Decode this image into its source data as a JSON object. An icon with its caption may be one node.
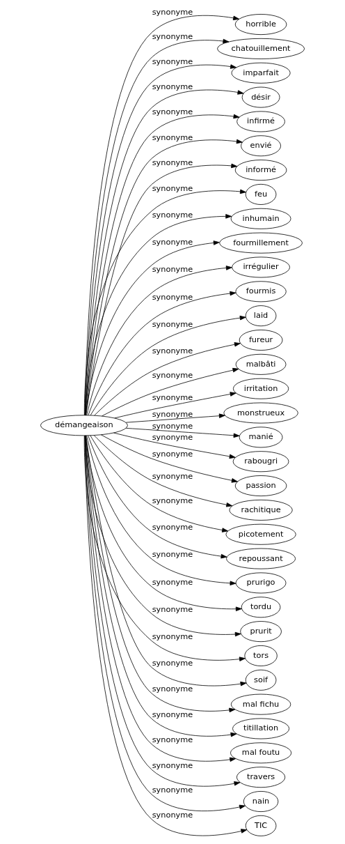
{
  "diagram": {
    "nodes": [
      {
        "text": [
          "démangeaison"
        ]
      },
      {
        "text": [
          "horrible"
        ]
      },
      {
        "text": [
          "chatouillement"
        ]
      },
      {
        "text": [
          "imparfait"
        ]
      },
      {
        "text": [
          "désir"
        ]
      },
      {
        "text": [
          "infirmé"
        ]
      },
      {
        "text": [
          "envié"
        ]
      },
      {
        "text": [
          "informé"
        ]
      },
      {
        "text": [
          "feu"
        ]
      },
      {
        "text": [
          "inhumain"
        ]
      },
      {
        "text": [
          "fourmillement"
        ]
      },
      {
        "text": [
          "irrégulier"
        ]
      },
      {
        "text": [
          "fourmis"
        ]
      },
      {
        "text": [
          "laid"
        ]
      },
      {
        "text": [
          "fureur"
        ]
      },
      {
        "text": [
          "malbâti"
        ]
      },
      {
        "text": [
          "irritation"
        ]
      },
      {
        "text": [
          "monstrueux"
        ]
      },
      {
        "text": [
          "manié"
        ]
      },
      {
        "text": [
          "rabougri"
        ]
      },
      {
        "text": [
          "passion"
        ]
      },
      {
        "text": [
          "rachitique"
        ]
      },
      {
        "text": [
          "picotement"
        ]
      },
      {
        "text": [
          "repoussant"
        ]
      },
      {
        "text": [
          "prurigo"
        ]
      },
      {
        "text": [
          "tordu"
        ]
      },
      {
        "text": [
          "prurit"
        ]
      },
      {
        "text": [
          "tors"
        ]
      },
      {
        "text": [
          "soif"
        ]
      },
      {
        "text": [
          "mal fichu"
        ]
      },
      {
        "text": [
          "titillation"
        ]
      },
      {
        "text": [
          "mal foutu"
        ]
      },
      {
        "text": [
          "travers"
        ]
      },
      {
        "text": [
          "nain"
        ]
      },
      {
        "text": [
          "TIC"
        ]
      }
    ],
    "edges": [
      {
        "from": 0,
        "to": 1,
        "arrow": "to",
        "label": "synonyme"
      },
      {
        "from": 0,
        "to": 2,
        "arrow": "to",
        "label": "synonyme"
      },
      {
        "from": 0,
        "to": 3,
        "arrow": "to",
        "label": "synonyme"
      },
      {
        "from": 0,
        "to": 4,
        "arrow": "to",
        "label": "synonyme"
      },
      {
        "from": 0,
        "to": 5,
        "arrow": "to",
        "label": "synonyme"
      },
      {
        "from": 0,
        "to": 6,
        "arrow": "to",
        "label": "synonyme"
      },
      {
        "from": 0,
        "to": 7,
        "arrow": "to",
        "label": "synonyme"
      },
      {
        "from": 0,
        "to": 8,
        "arrow": "to",
        "label": "synonyme"
      },
      {
        "from": 0,
        "to": 9,
        "arrow": "to",
        "label": "synonyme"
      },
      {
        "from": 0,
        "to": 10,
        "arrow": "to",
        "label": "synonyme"
      },
      {
        "from": 0,
        "to": 11,
        "arrow": "to",
        "label": "synonyme"
      },
      {
        "from": 0,
        "to": 12,
        "arrow": "to",
        "label": "synonyme"
      },
      {
        "from": 0,
        "to": 13,
        "arrow": "to",
        "label": "synonyme"
      },
      {
        "from": 0,
        "to": 14,
        "arrow": "to",
        "label": "synonyme"
      },
      {
        "from": 0,
        "to": 15,
        "arrow": "to",
        "label": "synonyme"
      },
      {
        "from": 0,
        "to": 16,
        "arrow": "to",
        "label": "synonyme"
      },
      {
        "from": 0,
        "to": 17,
        "arrow": "to",
        "label": "synonyme"
      },
      {
        "from": 0,
        "to": 18,
        "arrow": "to",
        "label": "synonyme"
      },
      {
        "from": 0,
        "to": 19,
        "arrow": "to",
        "label": "synonyme"
      },
      {
        "from": 0,
        "to": 20,
        "arrow": "to",
        "label": "synonyme"
      },
      {
        "from": 0,
        "to": 21,
        "arrow": "to",
        "label": "synonyme"
      },
      {
        "from": 0,
        "to": 22,
        "arrow": "to",
        "label": "synonyme"
      },
      {
        "from": 0,
        "to": 23,
        "arrow": "to",
        "label": "synonyme"
      },
      {
        "from": 0,
        "to": 24,
        "arrow": "to",
        "label": "synonyme"
      },
      {
        "from": 0,
        "to": 25,
        "arrow": "to",
        "label": "synonyme"
      },
      {
        "from": 0,
        "to": 26,
        "arrow": "to",
        "label": "synonyme"
      },
      {
        "from": 0,
        "to": 27,
        "arrow": "to",
        "label": "synonyme"
      },
      {
        "from": 0,
        "to": 28,
        "arrow": "to",
        "label": "synonyme"
      },
      {
        "from": 0,
        "to": 29,
        "arrow": "to",
        "label": "synonyme"
      },
      {
        "from": 0,
        "to": 30,
        "arrow": "to",
        "label": "synonyme"
      },
      {
        "from": 0,
        "to": 31,
        "arrow": "to",
        "label": "synonyme"
      },
      {
        "from": 0,
        "to": 32,
        "arrow": "to",
        "label": "synonyme"
      },
      {
        "from": 0,
        "to": 33,
        "arrow": "to",
        "label": "synonyme"
      },
      {
        "from": 0,
        "to": 34,
        "arrow": "to",
        "label": "synonyme"
      }
    ]
  }
}
